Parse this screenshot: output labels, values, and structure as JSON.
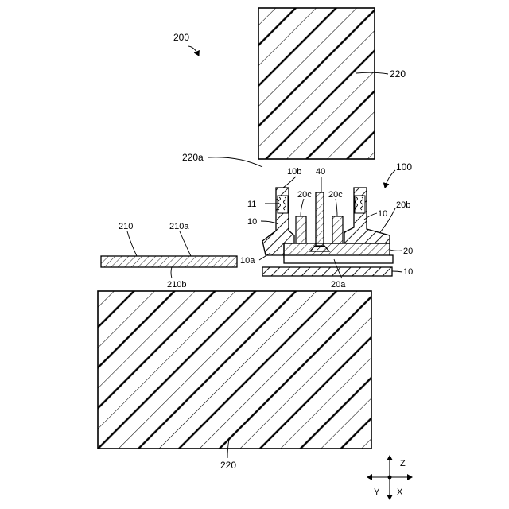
{
  "figure": {
    "ref_200": "200",
    "ref_220_upper": "220",
    "ref_220a": "220a",
    "ref_10b": "10b",
    "ref_40": "40",
    "ref_100": "100",
    "ref_11": "11",
    "ref_20c_left": "20c",
    "ref_20c_right": "20c",
    "ref_20b": "20b",
    "ref_10_left": "10",
    "ref_10_right": "10",
    "ref_210": "210",
    "ref_210a": "210a",
    "ref_10a": "10a",
    "ref_20": "20",
    "ref_210b": "210b",
    "ref_20a": "20a",
    "ref_10_bottom": "10",
    "ref_220_lower": "220",
    "axis_z": "Z",
    "axis_y": "Y",
    "axis_x": "X"
  }
}
